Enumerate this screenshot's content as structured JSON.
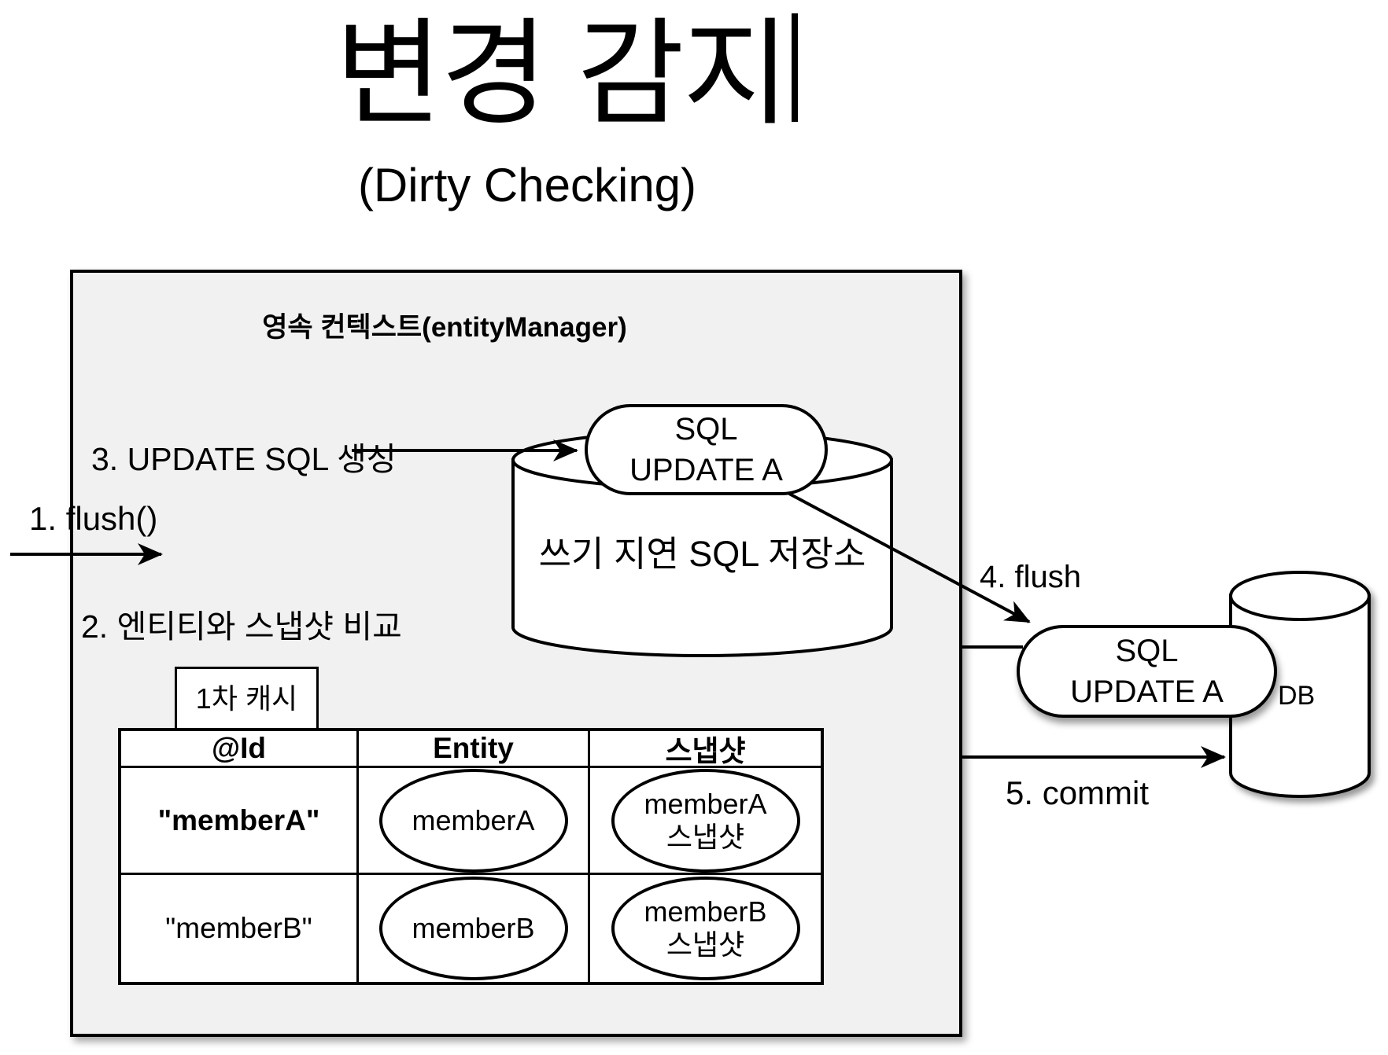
{
  "title": {
    "text": "변경 감지"
  },
  "subtitle": "(Dirty Checking)",
  "context_box": {
    "label": "영속 컨텍스트(entityManager)"
  },
  "steps": {
    "step1": "1. flush()",
    "step2": "2. 엔티티와 스냅샷 비교",
    "step3": "3. UPDATE SQL 생성",
    "step4": "4. flush",
    "step5": "5. commit"
  },
  "write_behind_store": {
    "label": "쓰기 지연 SQL 저장소",
    "sql_box": {
      "line1": "SQL",
      "line2": "UPDATE A"
    }
  },
  "db": {
    "label": "DB",
    "sql_box": {
      "line1": "SQL",
      "line2": "UPDATE A"
    }
  },
  "first_level_cache": {
    "tab_label": "1차 캐시",
    "columns": [
      "@Id",
      "Entity",
      "스냅샷"
    ],
    "rows": [
      {
        "id": "\"memberA\"",
        "entity": "memberA",
        "snapshot_line1": "memberA",
        "snapshot_line2": "스냅샷"
      },
      {
        "id": "\"memberB\"",
        "entity": "memberB",
        "snapshot_line1": "memberB",
        "snapshot_line2": "스냅샷"
      }
    ]
  },
  "colors": {
    "context_box_bg": "#f1f1f2",
    "line": "#000000",
    "background": "#ffffff"
  }
}
